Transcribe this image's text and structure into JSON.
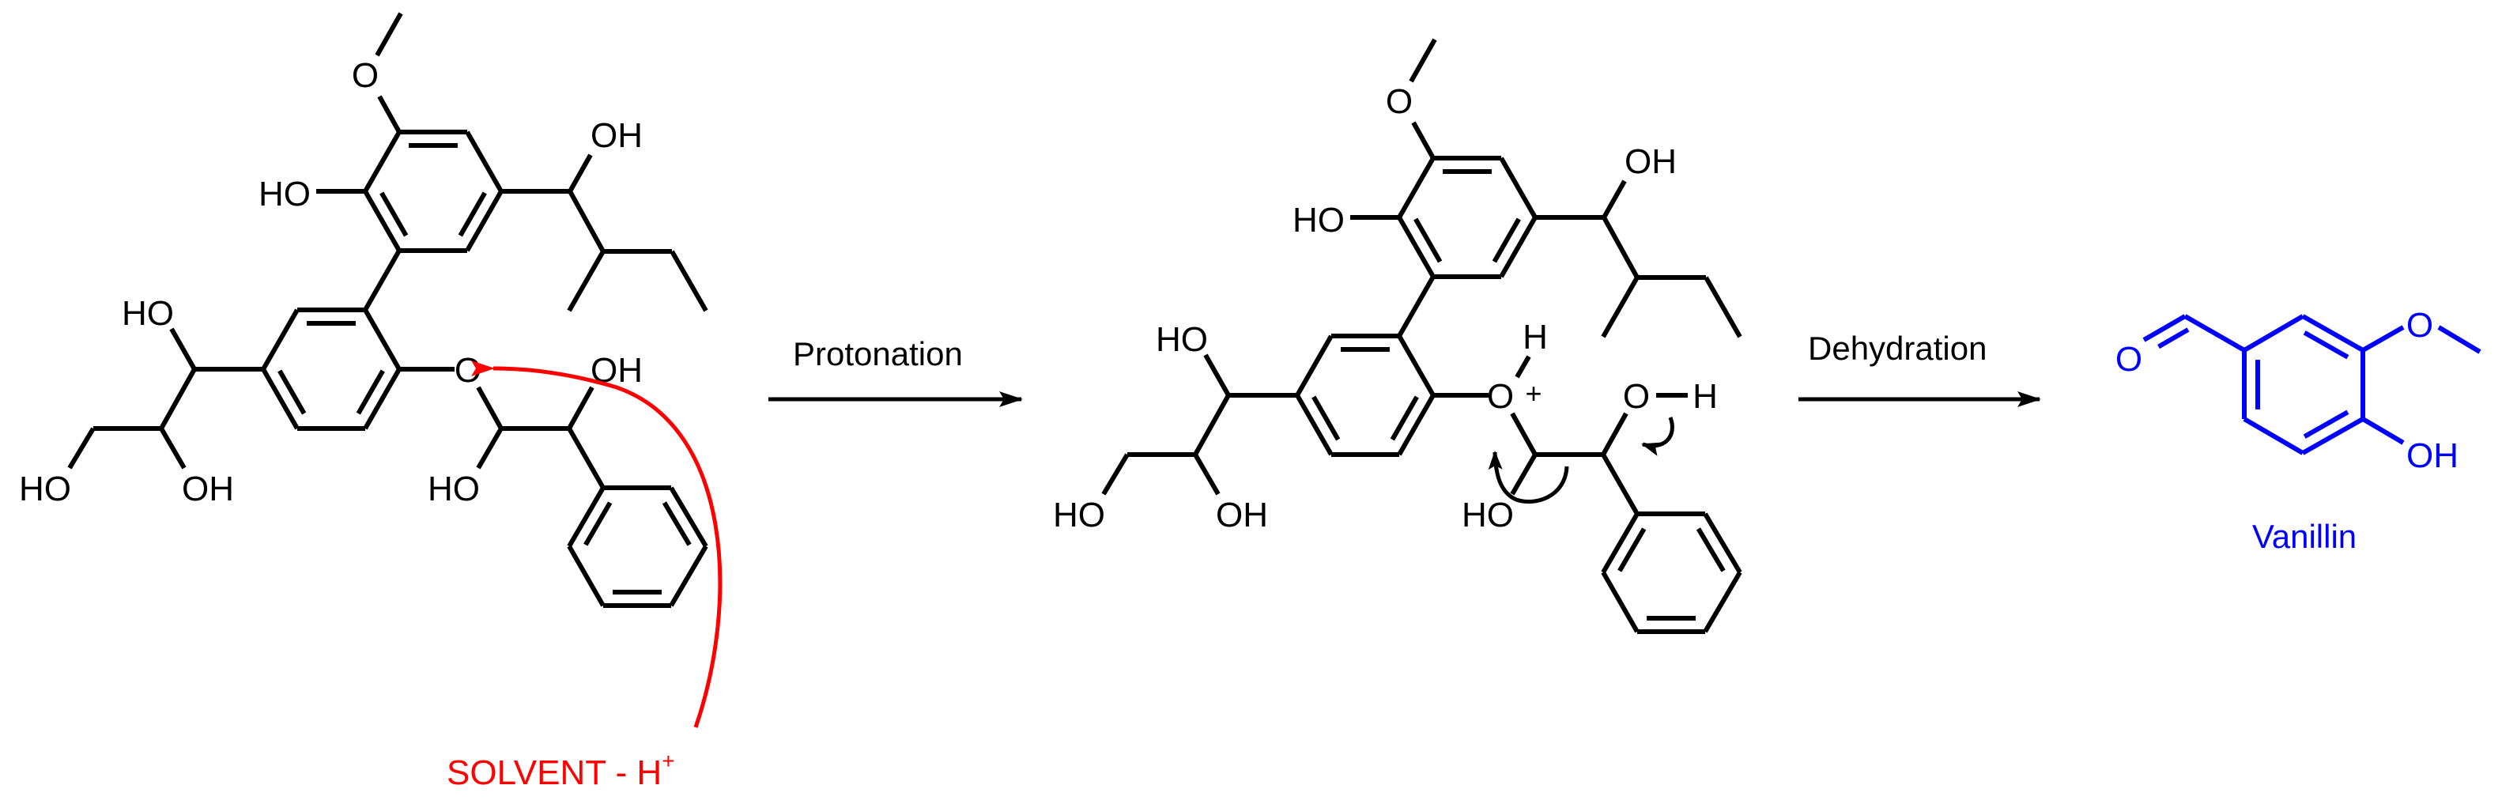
{
  "figure": {
    "type": "reaction-scheme",
    "colors": {
      "structure": "#000000",
      "product": "#0000ff",
      "catalyst_arrow": "#ff0000"
    }
  },
  "reactant": {
    "labels": {
      "methoxy_o": "O",
      "ring_a_ho": "HO",
      "side_oh": "OH",
      "chain_ho_top": "HO",
      "chain_ho_left": "HO",
      "chain_oh_right": "OH",
      "ether_o": "O",
      "beta_oh": "OH",
      "acetal_ho": "HO"
    }
  },
  "catalyst": {
    "label": "SOLVENT - H",
    "superscript": "+"
  },
  "steps": [
    {
      "label": "Protonation"
    },
    {
      "label": "Dehydration"
    }
  ],
  "intermediate": {
    "labels": {
      "methoxy_o": "O",
      "ring_a_ho": "HO",
      "side_oh": "OH",
      "chain_ho_top": "HO",
      "chain_ho_left": "HO",
      "chain_oh_right": "OH",
      "oxonium_o": "O",
      "oxonium_h": "H",
      "oxonium_charge": "+",
      "beta_o": "O",
      "beta_h": "H",
      "acetal_ho": "HO"
    }
  },
  "product": {
    "name": "Vanillin",
    "labels": {
      "aldehyde_o": "O",
      "methoxy_o": "O",
      "phenol_oh": "OH"
    }
  }
}
